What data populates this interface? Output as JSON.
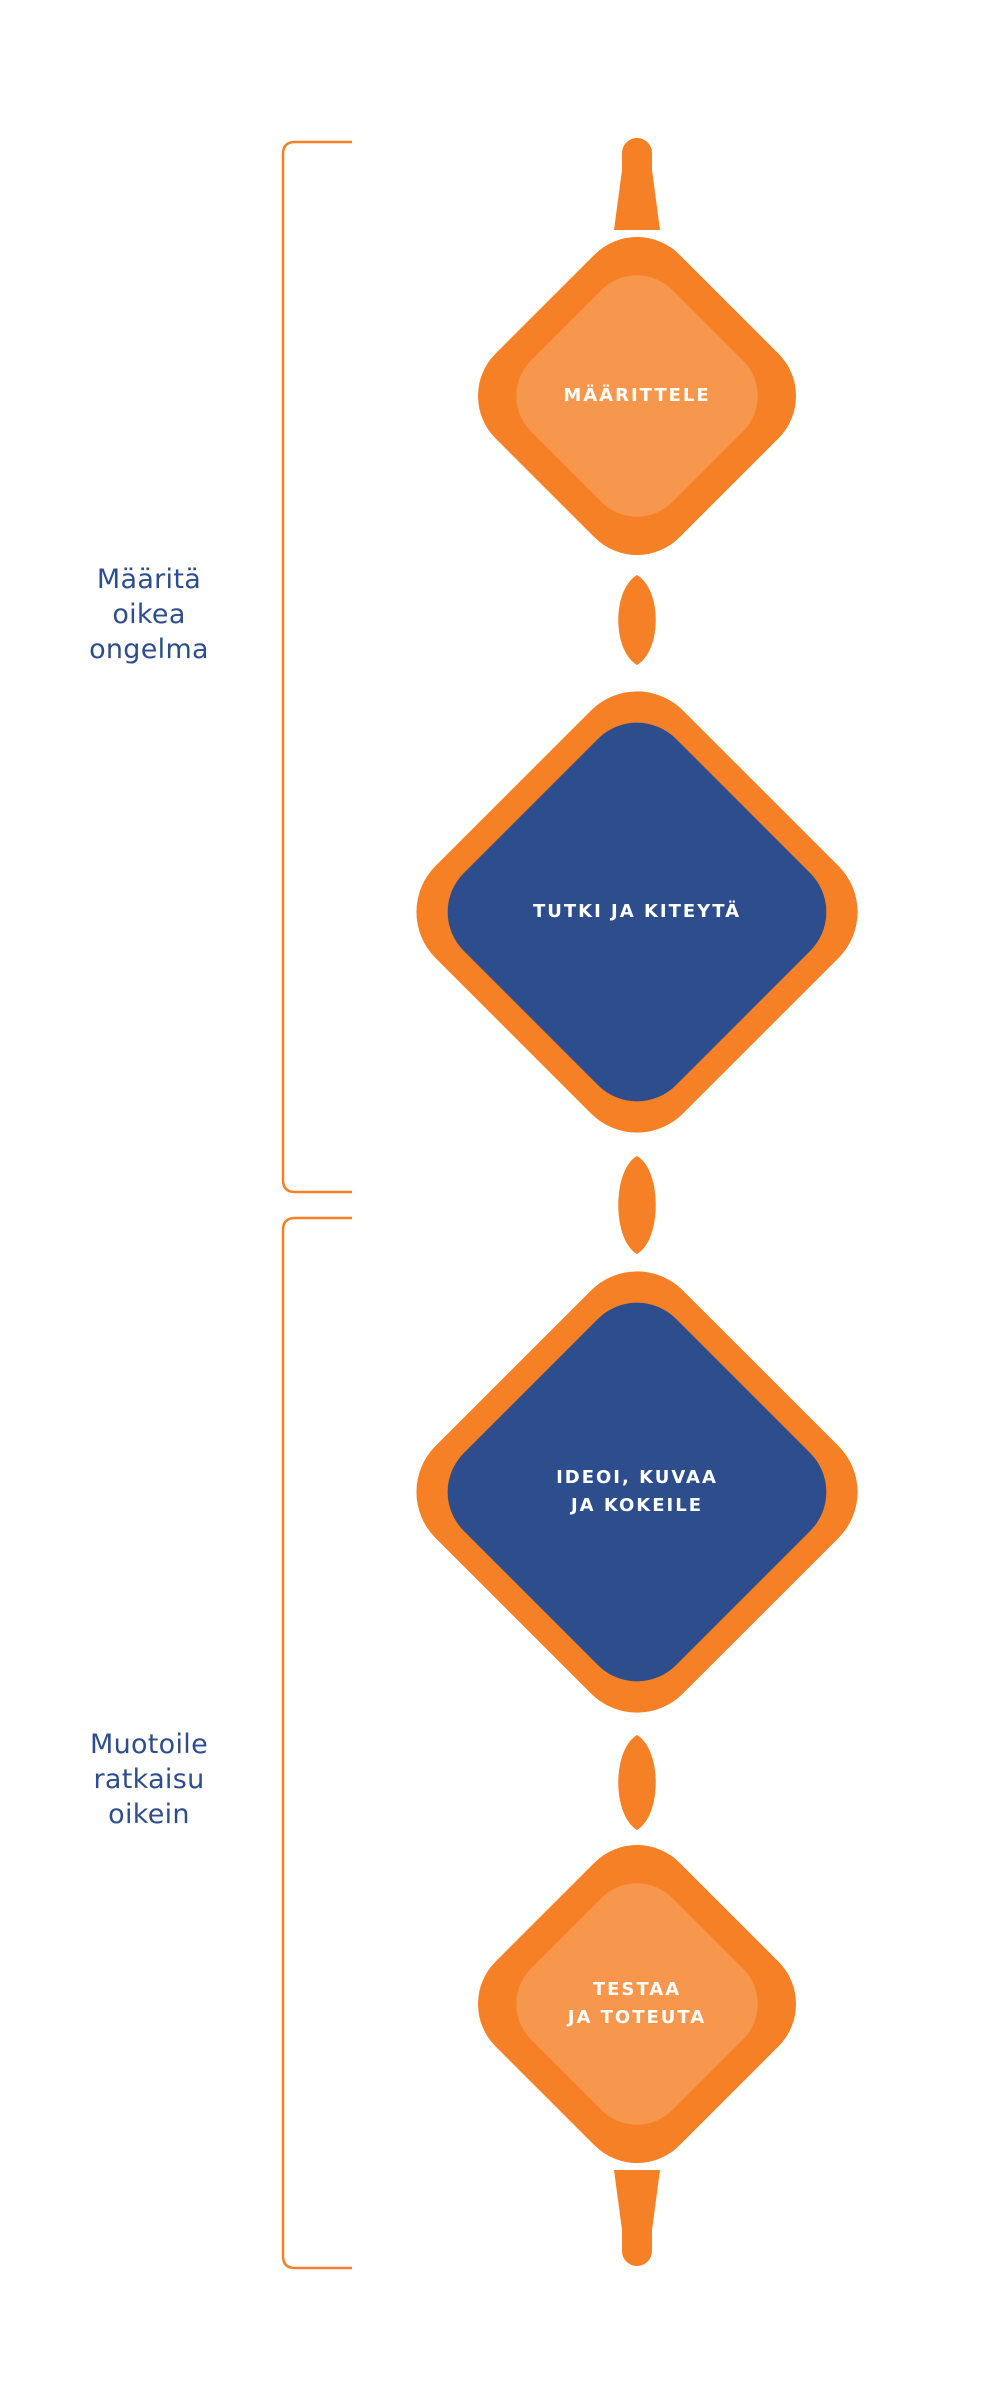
{
  "groups": [
    {
      "lines": [
        "Määritä",
        "oikea",
        "ongelma"
      ]
    },
    {
      "lines": [
        "Muotoile",
        "ratkaisu",
        "oikein"
      ]
    }
  ],
  "steps": [
    {
      "lines": [
        "MÄÄRITTELE"
      ],
      "fill": "#f7974e"
    },
    {
      "lines": [
        "TUTKI JA KITEYTÄ"
      ],
      "fill": "#2e4d8c"
    },
    {
      "lines": [
        "IDEOI, KUVAA",
        "JA KOKEILE"
      ],
      "fill": "#2e4d8c"
    },
    {
      "lines": [
        "TESTAA",
        "JA TOTEUTA"
      ],
      "fill": "#f7974e"
    }
  ],
  "colors": {
    "orange": "#f58025",
    "light_orange": "#f7974e",
    "navy": "#2e4d8c",
    "bracket": "#f58025"
  }
}
